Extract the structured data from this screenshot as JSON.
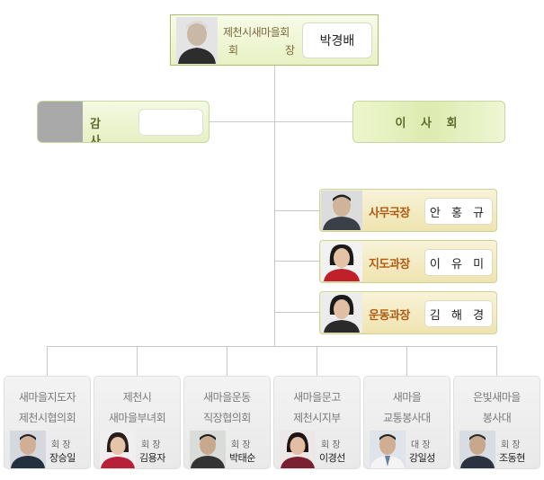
{
  "president": {
    "org": "제천시새마을회",
    "title_chars": [
      "회",
      "장"
    ],
    "name": "박경배"
  },
  "audit": {
    "label": "감 사",
    "name": ""
  },
  "board": {
    "label": "이 사 회"
  },
  "staff": [
    {
      "role": "사무국장",
      "name": "안 홍 규"
    },
    {
      "role": "지도과장",
      "name": "이 유 미"
    },
    {
      "role": "운동과장",
      "name": "김 해 경"
    }
  ],
  "orgs": [
    {
      "line1": "새마을지도자",
      "line2": "제천시협의회",
      "title": "회 장",
      "name": "장승일"
    },
    {
      "line1": "제천시",
      "line2": "새마을부녀회",
      "title": "회 장",
      "name": "김용자"
    },
    {
      "line1": "새마을운동",
      "line2": "직장협의회",
      "title": "회 장",
      "name": "박태순"
    },
    {
      "line1": "새마을문고",
      "line2": "제천시지부",
      "title": "회 장",
      "name": "이경선"
    },
    {
      "line1": "새마을",
      "line2": "교통봉사대",
      "title": "대 장",
      "name": "강일성"
    },
    {
      "line1": "은빛새마을",
      "line2": "봉사대",
      "title": "회 장",
      "name": "조동현"
    }
  ],
  "colors": {
    "green_border": "#a9bd6c",
    "staff_role": "#b25a12",
    "connector": "#c8c8c8"
  }
}
